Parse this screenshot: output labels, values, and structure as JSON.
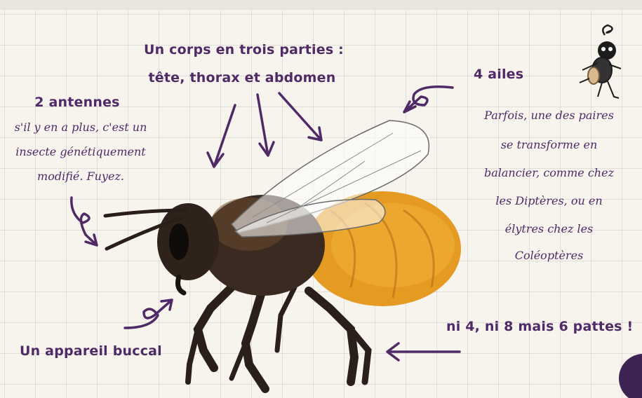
{
  "colors": {
    "ink": "#4f2a66",
    "abdomen": "#e59a22",
    "body": "#3a2a22",
    "badge": "#3d2354"
  },
  "labels": {
    "corps_line1": "Un corps en trois parties :",
    "corps_line2": "tête, thorax et abdomen",
    "antennes_title": "2 antennes",
    "antennes_line1": "s'il y en a plus, c'est un",
    "antennes_line2": "insecte génétiquement",
    "antennes_line3": "modifié. Fuyez.",
    "ailes_title": "4 ailes",
    "ailes_line1": "Parfois, une des paires",
    "ailes_line2": "se transforme en",
    "ailes_line3": "balancier, comme chez",
    "ailes_line4": "les Diptères, ou en",
    "ailes_line5": "élytres chez les",
    "ailes_line6": "Coléoptères",
    "pattes": "ni 4, ni 8 mais 6 pattes !",
    "buccal": "Un appareil buccal"
  },
  "illustrations": [
    "bee-illustration",
    "fly-doodle"
  ]
}
